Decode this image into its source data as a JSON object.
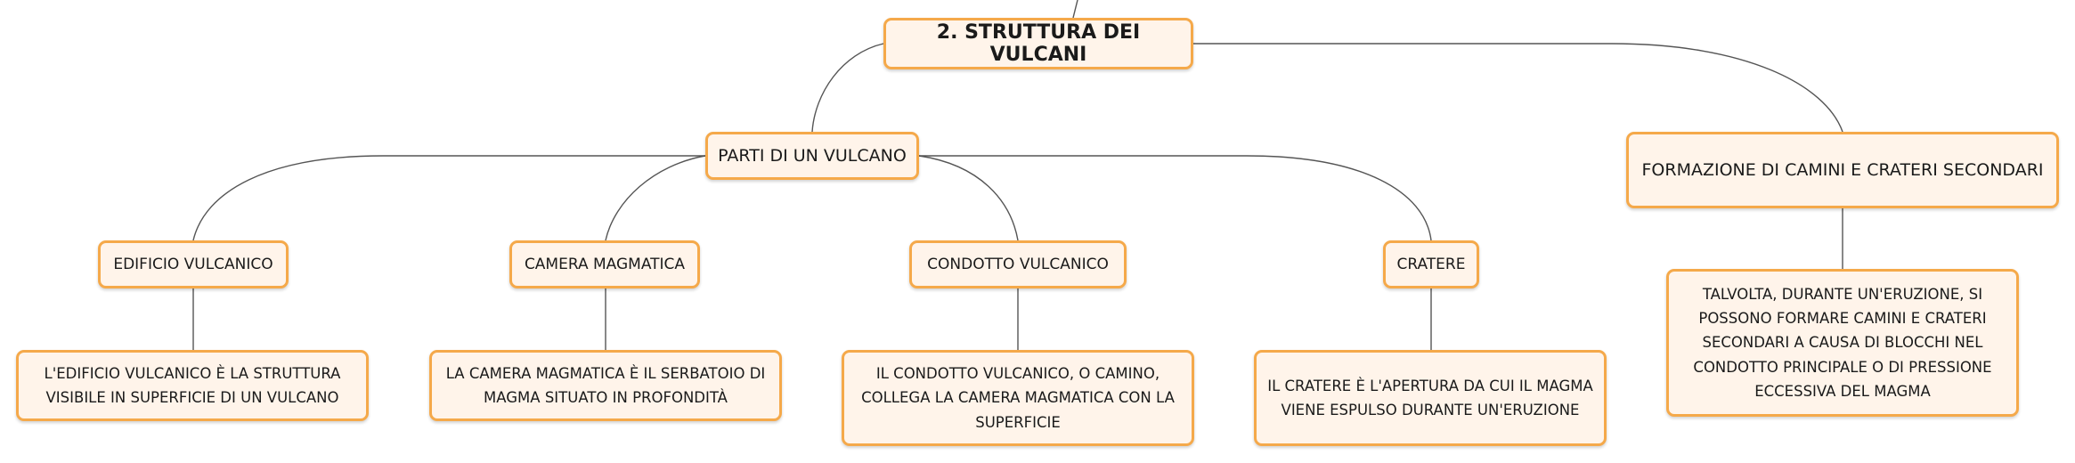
{
  "root": {
    "label": "2. STRUTTURA DEI VULCANI"
  },
  "branches": {
    "parts": {
      "label": "PARTI DI UN VULCANO",
      "items": [
        {
          "label": "EDIFICIO VULCANICO",
          "description": "L'EDIFICIO VULCANICO È LA STRUTTURA VISIBILE IN SUPERFICIE DI UN VULCANO"
        },
        {
          "label": "CAMERA MAGMATICA",
          "description": "LA CAMERA MAGMATICA È IL SERBATOIO DI MAGMA SITUATO IN PROFONDITÀ"
        },
        {
          "label": "CONDOTTO VULCANICO",
          "description": "IL CONDOTTO VULCANICO, O CAMINO, COLLEGA LA CAMERA MAGMATICA CON LA SUPERFICIE"
        },
        {
          "label": "CRATERE",
          "description": "IL CRATERE È L'APERTURA DA CUI IL MAGMA VIENE ESPULSO DURANTE UN'ERUZIONE"
        }
      ]
    },
    "secondary": {
      "label": "FORMAZIONE DI CAMINI E CRATERI SECONDARI",
      "description": "TALVOLTA, DURANTE UN'ERUZIONE, SI POSSONO FORMARE CAMINI E CRATERI SECONDARI A CAUSA DI BLOCCHI NEL CONDOTTO PRINCIPALE O DI PRESSIONE ECCESSIVA DEL MAGMA"
    }
  },
  "colors": {
    "node_border": "#f5a94a",
    "node_fill": "#fff4ea",
    "connector": "#555555"
  }
}
